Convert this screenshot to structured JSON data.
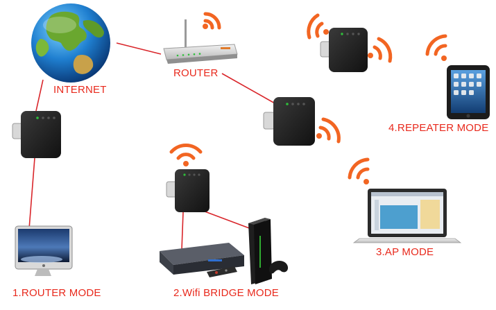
{
  "labels": {
    "internet": "INTERNET",
    "router": "ROUTER",
    "router_mode": "1.ROUTER MODE",
    "bridge_mode": "2.Wifi BRIDGE MODE",
    "ap_mode": "3.AP MODE",
    "repeater_mode": "4.REPEATER MODE"
  },
  "colors": {
    "label": "#e8291c",
    "link_line": "#d9252a",
    "wifi_signal": "#f26522"
  },
  "icons": {
    "globe": "globe-icon",
    "router": "router-icon",
    "extender": "wifi-extender-icon",
    "desktop": "desktop-computer-icon",
    "set_top_box": "set-top-box-icon",
    "game_console": "game-console-icon",
    "laptop": "laptop-icon",
    "tablet": "tablet-icon",
    "wifi": "wifi-signal-icon"
  }
}
